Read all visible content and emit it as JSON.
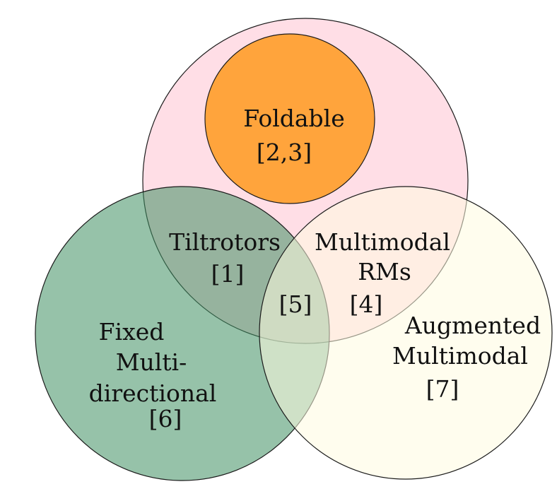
{
  "colors": {
    "top_circle": "#ffb6c8",
    "foldable_circle": "#ffa033",
    "left_circle": "#3f8f63",
    "right_circle": "#fffbe0",
    "outline": "#1a1a1a"
  },
  "regions": {
    "foldable": {
      "name": "Foldable",
      "ref": "[2,3]"
    },
    "tiltrotors": {
      "name": "Tiltrotors",
      "ref": "[1]"
    },
    "multimodal_rms": {
      "name_line1": "Multimodal",
      "name_line2": "RMs",
      "ref": "[4]"
    },
    "center": {
      "ref": "[5]"
    },
    "fixed": {
      "line1": "Fixed",
      "line2": "Multi-",
      "line3": "directional",
      "ref": "[6]"
    },
    "augmented": {
      "line1": "Augmented",
      "line2": "Multimodal",
      "ref": "[7]"
    }
  }
}
